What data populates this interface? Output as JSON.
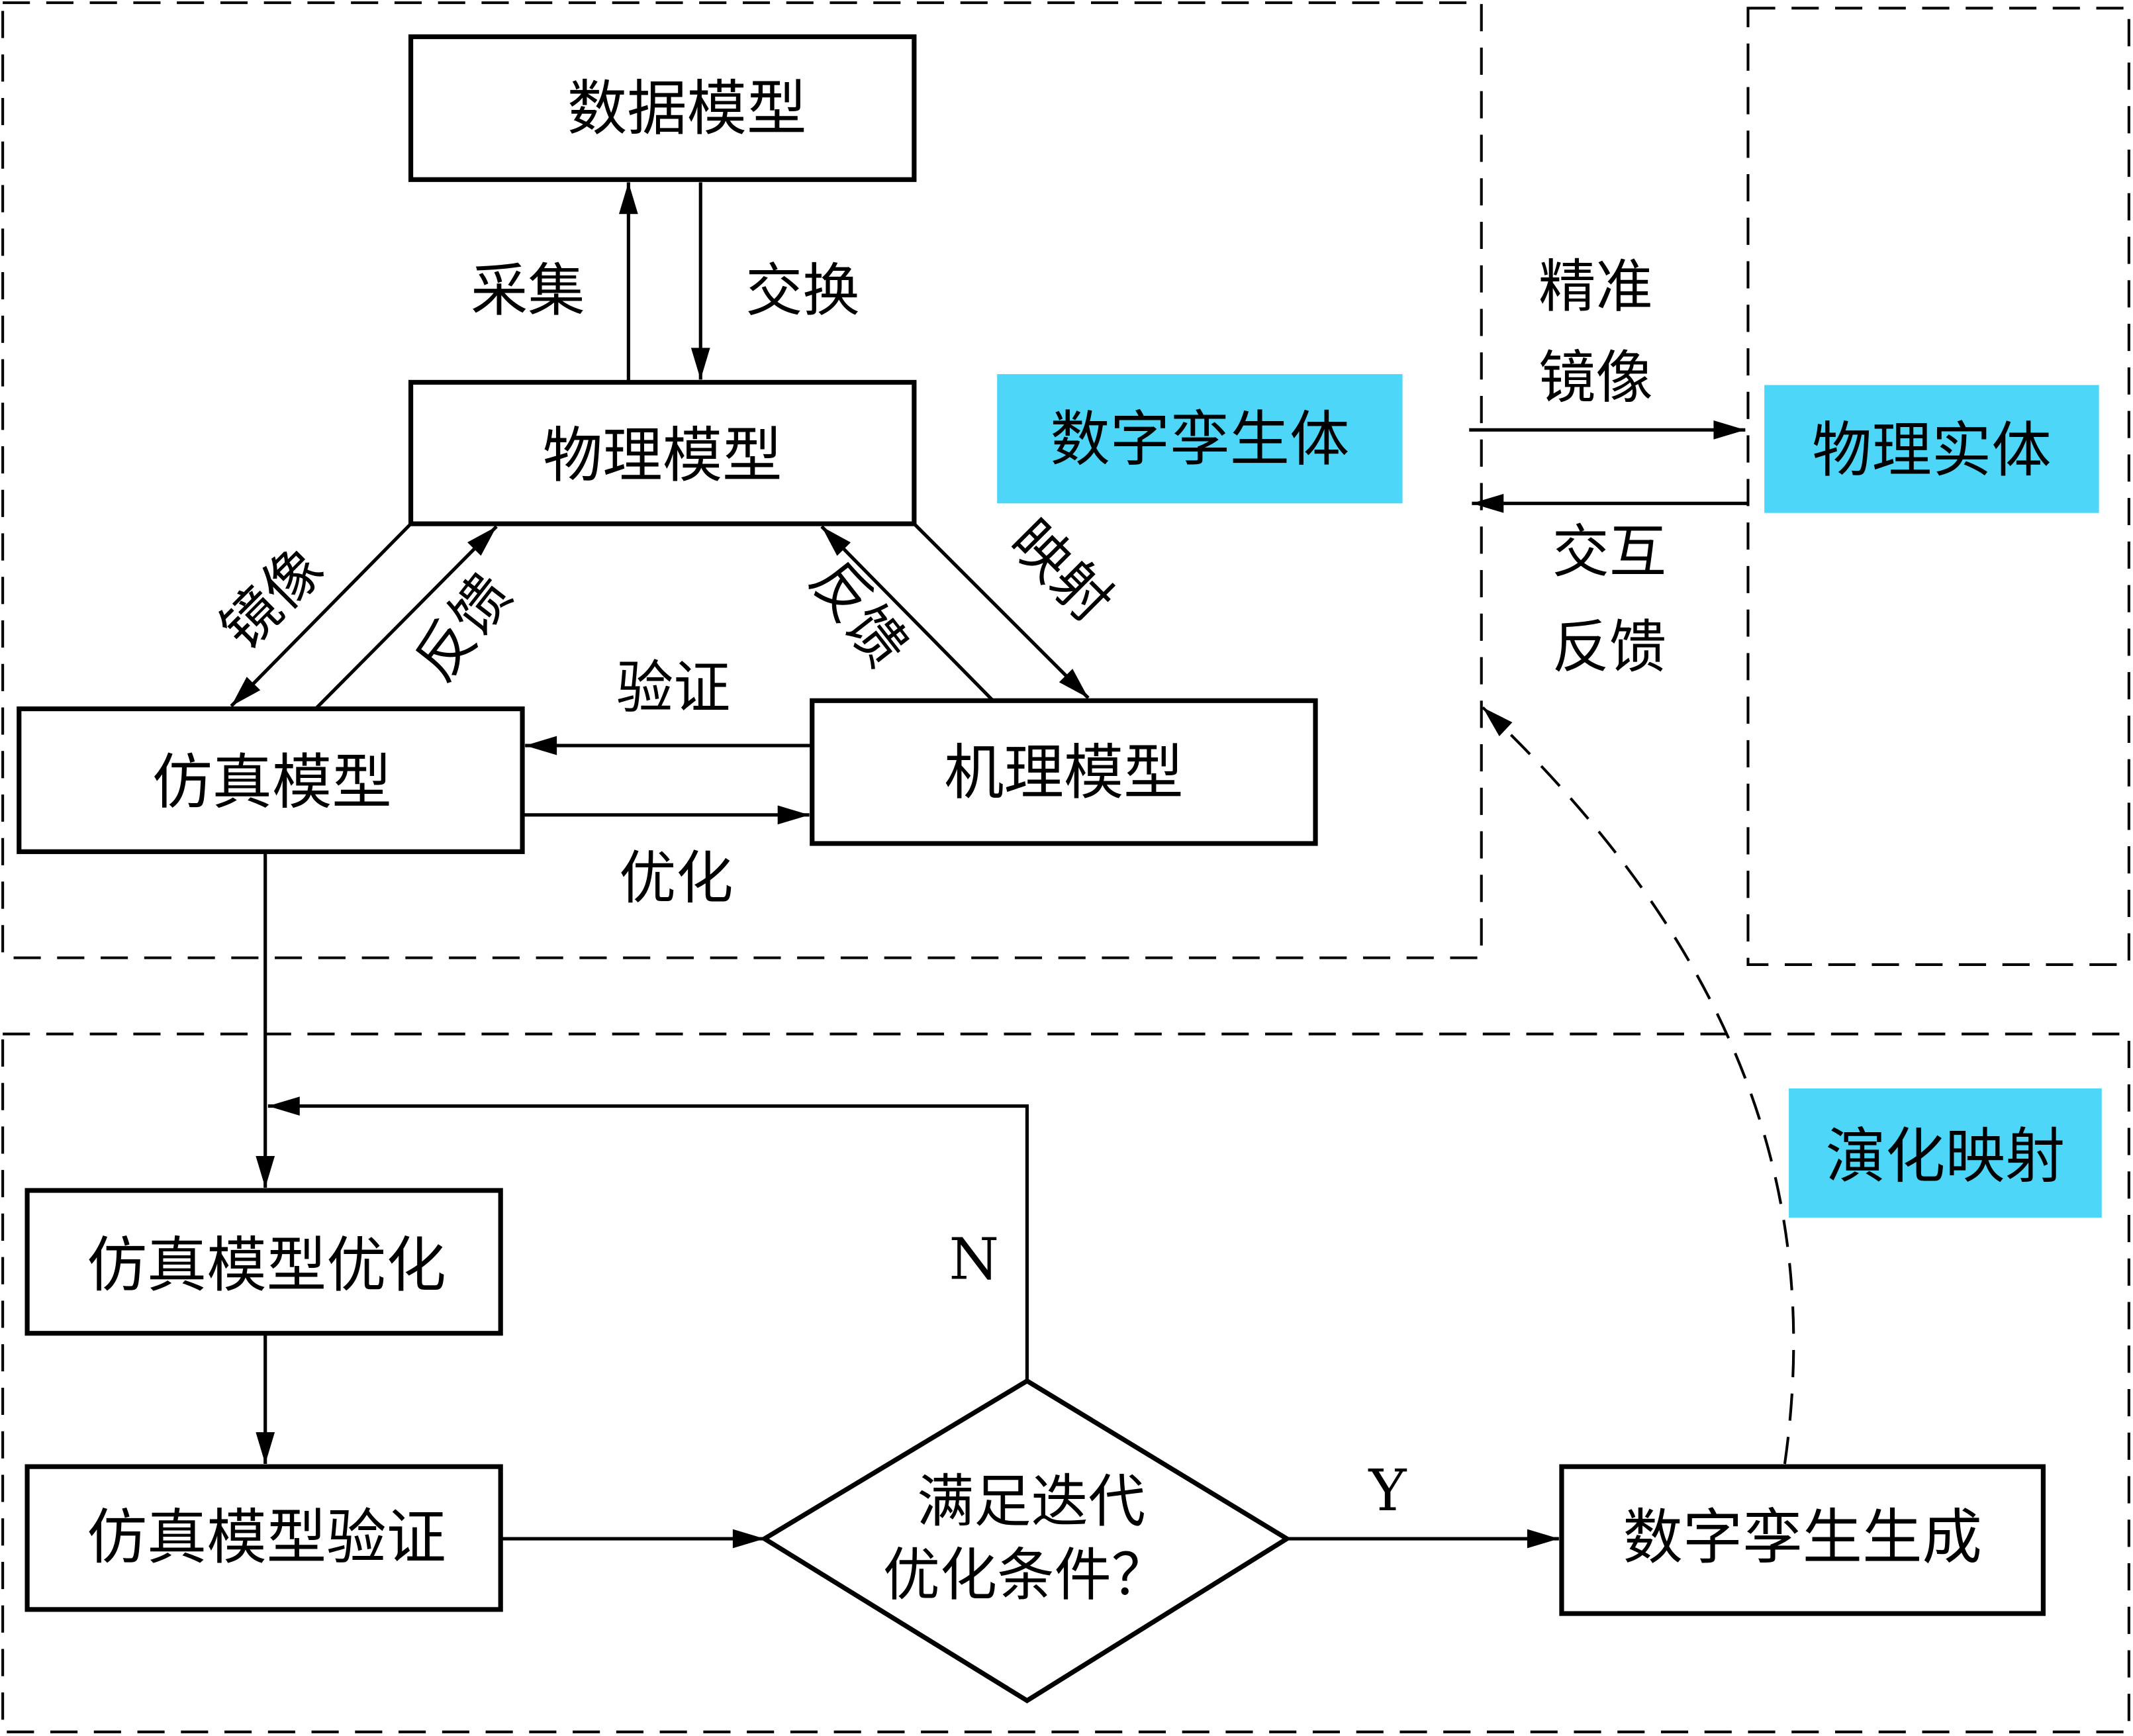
{
  "colors": {
    "highlight": "#4DD6F8",
    "stroke": "#000000"
  },
  "boxes": {
    "data_model": "数据模型",
    "physical_model": "物理模型",
    "simulation_model": "仿真模型",
    "mechanism_model": "机理模型",
    "sim_optimize": "仿真模型优化",
    "sim_verify": "仿真模型验证",
    "twin_generate": "数字孪生生成",
    "decision_line1": "满足迭代",
    "decision_line2": "优化条件？"
  },
  "highlights": {
    "digital_twin": "数字孪生体",
    "physical_entity": "物理实体",
    "evolution_mapping": "演化映射"
  },
  "edge_labels": {
    "collect": "采集",
    "exchange": "交换",
    "mirror": "镜像",
    "feedback_left": "反馈",
    "feedback_right": "反馈",
    "mapping": "映射",
    "verify": "验证",
    "optimize": "优化",
    "precise_1": "精准",
    "precise_2": "镜像",
    "interact_1": "交互",
    "interact_2": "反馈",
    "no": "N",
    "yes": "Y"
  }
}
